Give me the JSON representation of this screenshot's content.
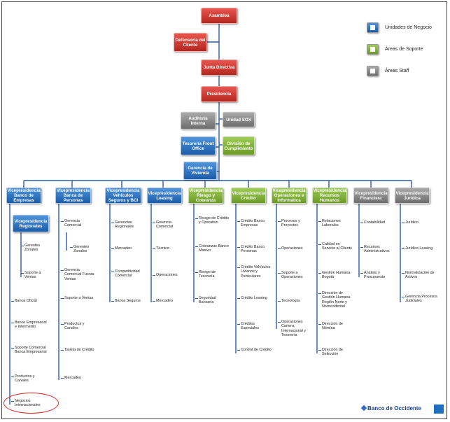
{
  "legend": {
    "business": "Unidades de Negocio",
    "support": "Áreas de Soporte",
    "staff": "Áreas Staff"
  },
  "colors": {
    "business_blue": "#1b5ca8",
    "support_green": "#6b9a26",
    "staff_gray": "#6e6e6e",
    "governance_red": "#b3261e",
    "connector": "#2b5aa6"
  },
  "governance": {
    "asamblea": "Asamblea",
    "defensoria": "Defensoría del Cliente",
    "junta": "Junta Directiva",
    "presidencia": "Presidencia",
    "auditoria": "Auditoría Interna",
    "sox": "Unidad SOX",
    "tesoreria": "Tesorería Front Office",
    "cumplimiento": "División de Cumplimiento",
    "vivienda": "Gerencia de Vivienda"
  },
  "vp": {
    "banco_empresas": {
      "title": "Vicepresidencia Banco de Empresas",
      "regionales": "Vicepresidencia Regionales",
      "sub": [
        "Gerentes Zonales",
        "Soporte a Ventas"
      ],
      "items": [
        "Banca Oficial",
        "Banco Empresarial e Intermedio",
        "Soporte Comercial Banca Empresarial",
        "Productos y Canales",
        "Negocios Internacionales"
      ]
    },
    "banco_personas": {
      "title": "Vicepresidencia Banca de Personas",
      "items": [
        "Gerencia Comercial",
        "Gerentes Zonales",
        "Gerencia Comercial Fuerza Ventas",
        "Soporte a Ventas",
        "Productos y Canales",
        "Tarjeta de Crédito",
        "Mercadeo"
      ]
    },
    "vehiculos": {
      "title": "Vicepresidencia Vehículos Seguros y BCI",
      "items": [
        "Gerencias Regionales",
        "Mercadeo",
        "Competitividad Comercial",
        "Banca Seguros"
      ]
    },
    "leasing": {
      "title": "Vicepresidencia Leasing",
      "items": [
        "Gerencia Comercial",
        "Técnico",
        "Operaciones",
        "Mercadeo"
      ]
    },
    "riesgo": {
      "title": "Vicepresidencia Riesgo y Cobranza",
      "items": [
        "Riesgo de Crédito y Operativo",
        "Cobranzas Banco Masivo",
        "Riesgo de Tesorería",
        "Seguridad Bancaria"
      ]
    },
    "credito": {
      "title": "Vicepresidencia Crédito",
      "items": [
        "Crédito Banco Empresas",
        "Crédito Banco Personas",
        "Crédito Vehículos Livianos y Particulares",
        "Crédito Leasing",
        "Créditos Especiales",
        "Control de Crédito"
      ]
    },
    "operaciones": {
      "title": "Vicepresidencia Operaciones e Informática",
      "items": [
        "Procesos y Proyectos",
        "Operaciones",
        "Soporte a Operaciones",
        "Tecnología",
        "Operaciones Cartera, Internacional y Tesorería"
      ]
    },
    "rrhh": {
      "title": "Vicepresidencia Recursos Humanos",
      "items": [
        "Relaciones Laborales",
        "Calidad en Servicio al Cliente",
        "Gestión Humana Bogotá",
        "Dirección de Gestión Humana Región Norte y Noroccidental",
        "Dirección de Nómina",
        "Dirección de Selección"
      ]
    },
    "financiera": {
      "title": "Vicepresidencia Financiera",
      "items": [
        "Contabilidad",
        "Recursos Administrativos",
        "Análisis y Presupuesto"
      ]
    },
    "juridica": {
      "title": "Vicepresidencia Jurídica",
      "items": [
        "Jurídico",
        "Jurídico Leasing",
        "Normalización de Activos",
        "Gerencia Procesos Judiciales"
      ]
    }
  },
  "brand": "Banco de Occidente"
}
